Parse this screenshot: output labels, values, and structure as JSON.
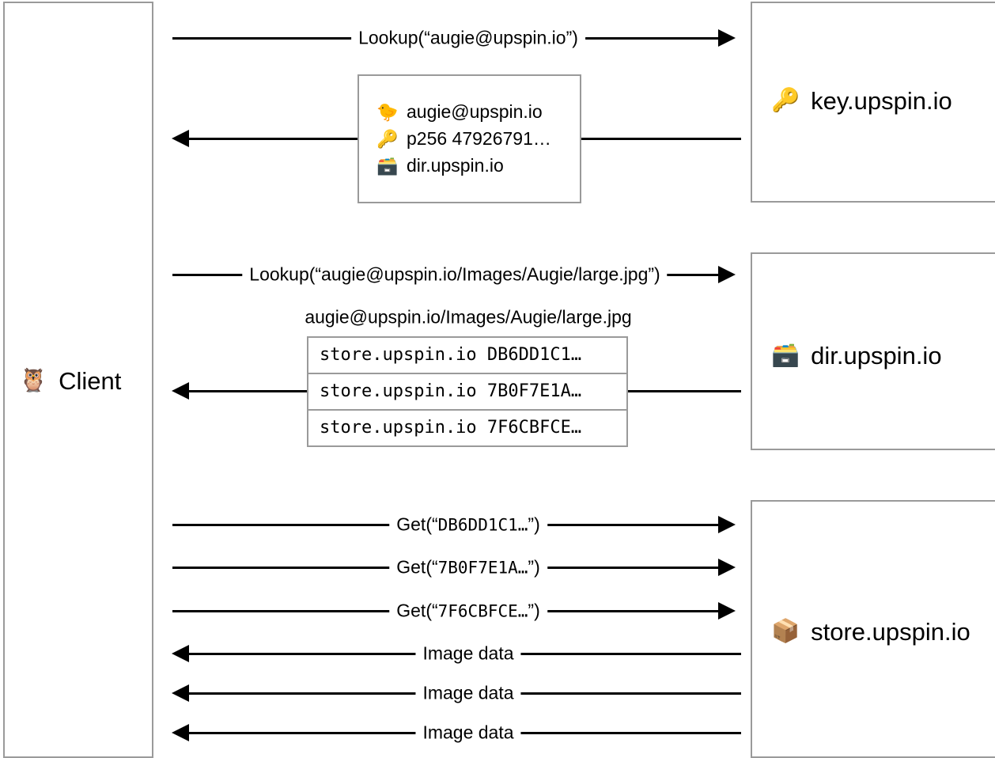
{
  "diagram": {
    "title": "Upspin client lookup and fetch sequence",
    "colors": {
      "box_border": "#9a9a9a",
      "arrow": "#000000",
      "background": "#ffffff"
    }
  },
  "actors": {
    "client": {
      "label": "Client",
      "icon": "owl-icon",
      "glyph": "🦉"
    },
    "key": {
      "label": "key.upspin.io",
      "icon": "key-icon",
      "glyph": "🔑"
    },
    "dir": {
      "label": "dir.upspin.io",
      "icon": "card-index-dividers-icon",
      "glyph": "🗃️"
    },
    "store": {
      "label": "store.upspin.io",
      "icon": "package-icon",
      "glyph": "📦"
    }
  },
  "messages": {
    "key_lookup_request": "Lookup(“augie@upspin.io”)",
    "dir_lookup_request": "Lookup(“augie@upspin.io/Images/Augie/large.jpg”)",
    "dir_response_caption": "augie@upspin.io/Images/Augie/large.jpg",
    "store_get_1_prefix": "Get(“",
    "store_get_1_ref": "DB6DD1C1…",
    "store_get_1_suffix": "”)",
    "store_get_2_prefix": "Get(“",
    "store_get_2_ref": "7B0F7E1A…",
    "store_get_2_suffix": "”)",
    "store_get_3_prefix": "Get(“",
    "store_get_3_ref": "7F6CBFCE…",
    "store_get_3_suffix": "”)",
    "image_data_1": "Image data",
    "image_data_2": "Image data",
    "image_data_3": "Image data"
  },
  "key_record": {
    "rows": [
      {
        "icon": "baby-chick-icon",
        "glyph": "🐤",
        "text": "augie@upspin.io"
      },
      {
        "icon": "key-icon",
        "glyph": "🔑",
        "text": "p256 47926791…"
      },
      {
        "icon": "card-index-dividers-icon",
        "glyph": "🗃️",
        "text": "dir.upspin.io"
      }
    ]
  },
  "block_table": {
    "rows": [
      "store.upspin.io DB6DD1C1…",
      "store.upspin.io 7B0F7E1A…",
      "store.upspin.io 7F6CBFCE…"
    ]
  }
}
